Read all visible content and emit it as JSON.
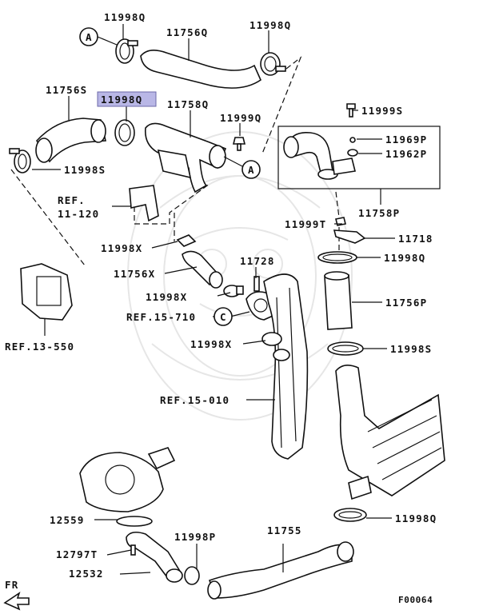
{
  "labels": {
    "clamp_q_top": "11998Q",
    "hose_top": "11756Q",
    "clamp_q_top_right": "11998Q",
    "hose_s_left": "11756S",
    "clamp_q_highlighted": "11998Q",
    "pipe_q": "11758Q",
    "bolt_q": "11999Q",
    "bolt_s": "11999S",
    "nut_p": "11969P",
    "washer_p": "11962P",
    "clamp_s_left": "11998S",
    "ref_11_120_a": "REF.",
    "ref_11_120_b": "11-120",
    "pipe_p": "11758P",
    "bolt_t": "11999T",
    "bracket": "11718",
    "clamp_x_upper": "11998X",
    "clamp_q_right": "11998Q",
    "hose_x": "11756X",
    "valve": "11728",
    "hose_p": "11756P",
    "clamp_x_mid": "11998X",
    "ref_15_710": "REF.15-710",
    "clamp_x_lower": "11998X",
    "clamp_s_right": "11998S",
    "ref_13_550": "REF.13-550",
    "ref_15_010": "REF.15-010",
    "gasket": "12559",
    "clamp_q_bottom": "11998Q",
    "stud": "12797T",
    "clamp_p": "11998P",
    "hose_bottom": "11755",
    "elbow": "12532",
    "fr": "FR",
    "figure_code": "F00064"
  },
  "callouts": {
    "a_top": "A",
    "a_mid": "A",
    "c": "C"
  },
  "highlight_color": "#b9b7e6"
}
